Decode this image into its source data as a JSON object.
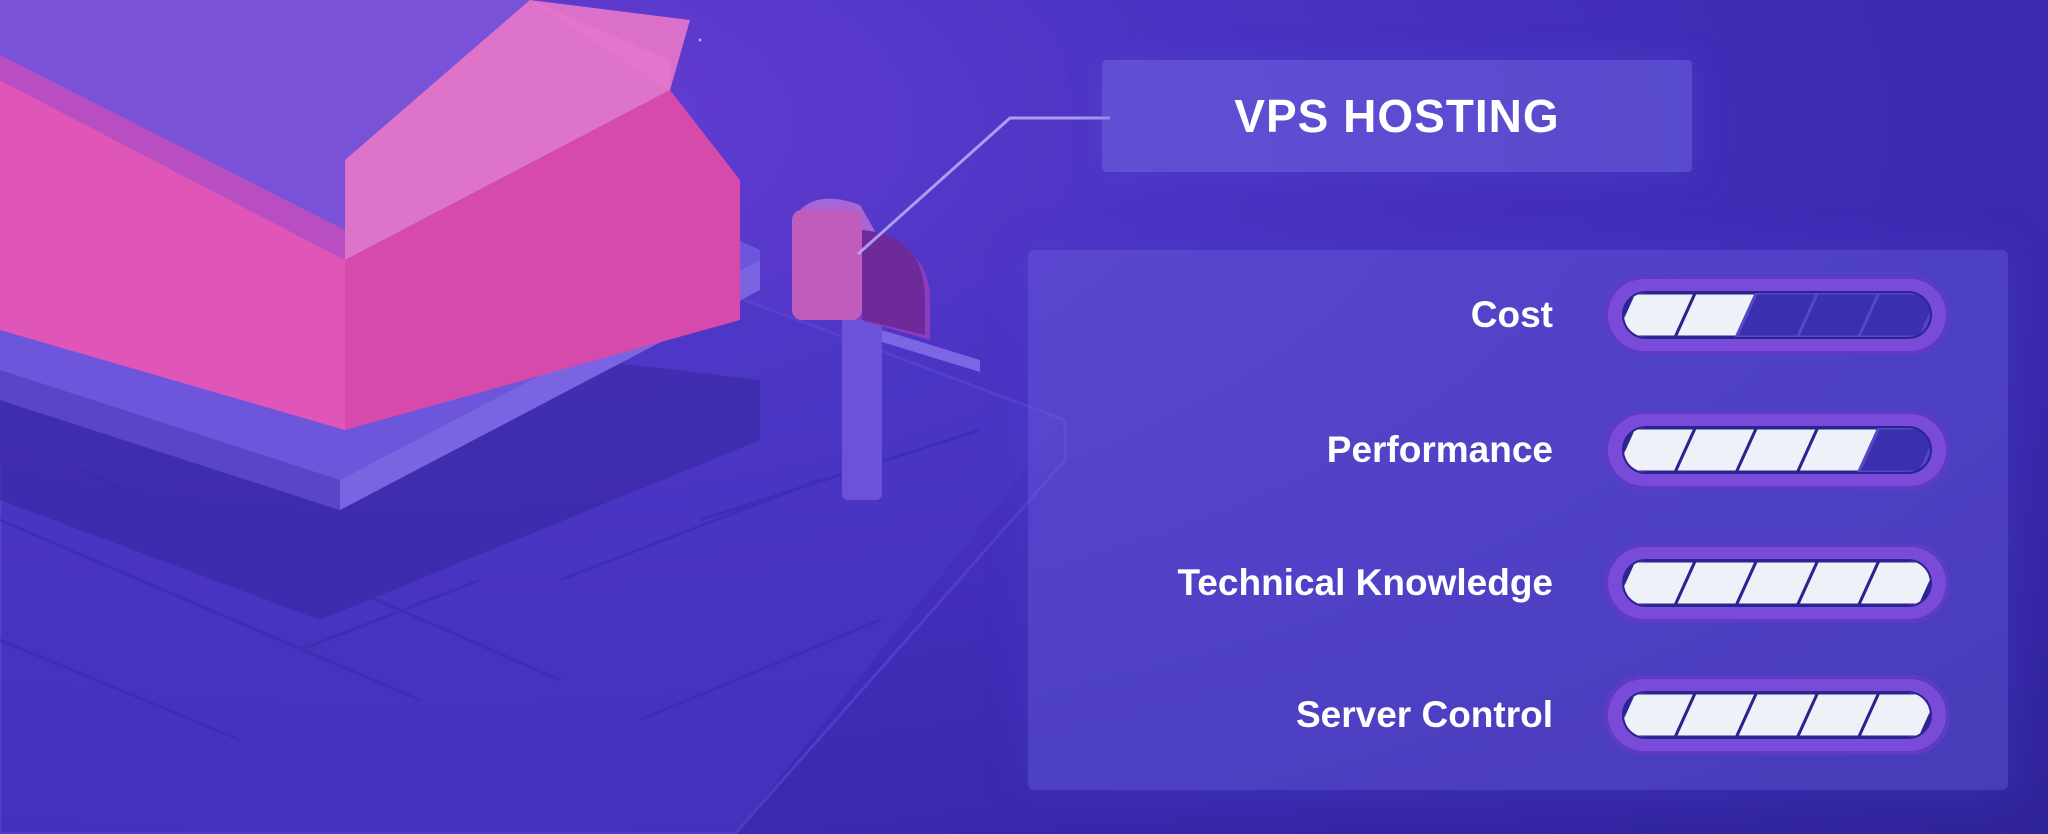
{
  "title": "VPS HOSTING",
  "metrics": [
    {
      "label": "Cost",
      "level": 2,
      "max": 5
    },
    {
      "label": "Performance",
      "level": 4,
      "max": 5
    },
    {
      "label": "Technical Knowledge",
      "level": 5,
      "max": 5
    },
    {
      "label": "Server Control",
      "level": 5,
      "max": 5
    }
  ],
  "colors": {
    "background": "#3a2ab0",
    "house_roof": "#e85cb8",
    "house_wall": "#d14aa8",
    "meter_fill": "#eef1f7",
    "meter_ring": "#7a4bd8"
  }
}
